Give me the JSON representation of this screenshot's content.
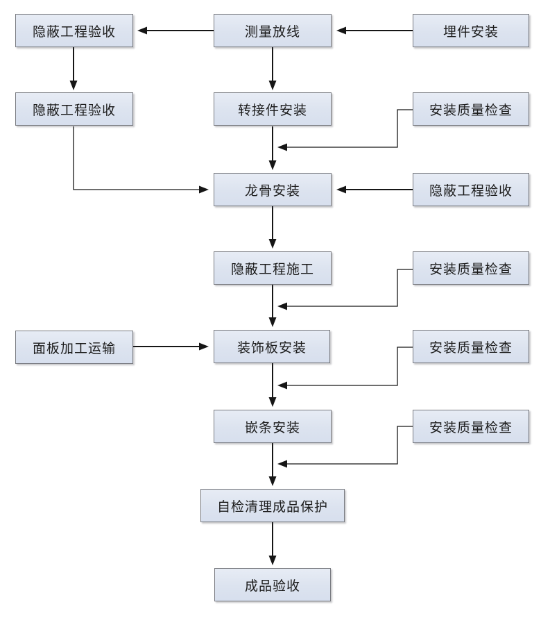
{
  "colors": {
    "background": "#ffffff",
    "node_fill": "#dce3ef",
    "node_border": "#787a80",
    "node_text": "#1c1c1c",
    "connector": "#161616"
  },
  "nodes": [
    {
      "id": "concealed-acceptance-1",
      "label": "隐蔽工程验收"
    },
    {
      "id": "survey-layout",
      "label": "测量放线"
    },
    {
      "id": "embed-install",
      "label": "埋件安装"
    },
    {
      "id": "concealed-acceptance-2",
      "label": "隐蔽工程验收"
    },
    {
      "id": "adapter-install",
      "label": "转接件安装"
    },
    {
      "id": "quality-check-1",
      "label": "安装质量检查"
    },
    {
      "id": "keel-install",
      "label": "龙骨安装"
    },
    {
      "id": "concealed-acceptance-3",
      "label": "隐蔽工程验收"
    },
    {
      "id": "concealed-construction",
      "label": "隐蔽工程施工"
    },
    {
      "id": "quality-check-2",
      "label": "安装质量检查"
    },
    {
      "id": "panel-processing-transport",
      "label": "面板加工运输"
    },
    {
      "id": "decorative-panel-install",
      "label": "装饰板安装"
    },
    {
      "id": "quality-check-3",
      "label": "安装质量检查"
    },
    {
      "id": "inlay-strip-install",
      "label": "嵌条安装"
    },
    {
      "id": "quality-check-4",
      "label": "安装质量检查"
    },
    {
      "id": "self-check-clean-protect",
      "label": "自检清理成品保护"
    },
    {
      "id": "final-acceptance",
      "label": "成品验收"
    }
  ]
}
